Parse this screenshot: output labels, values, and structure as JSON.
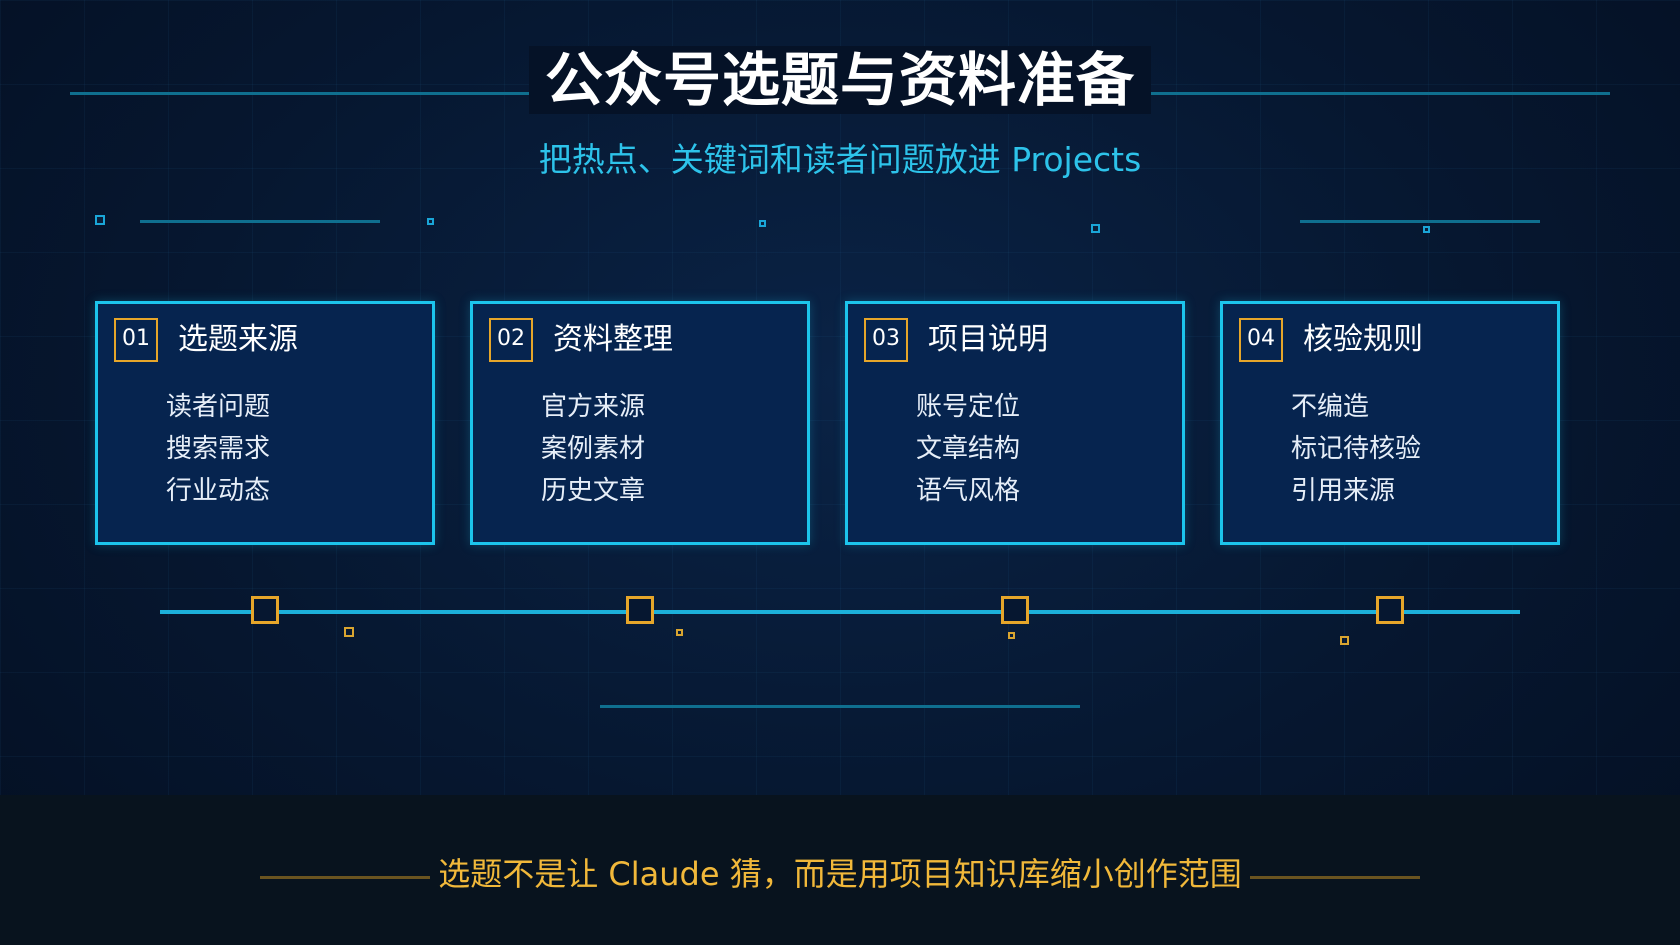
{
  "slide": {
    "title": "公众号选题与资料准备",
    "subtitle": "把热点、关键词和读者问题放进 Projects",
    "footer": "选题不是让 Claude 猜，而是用项目知识库缩小创作范围"
  },
  "cards": [
    {
      "number": "01",
      "title": "选题来源",
      "items": [
        "读者问题",
        "搜索需求",
        "行业动态"
      ]
    },
    {
      "number": "02",
      "title": "资料整理",
      "items": [
        "官方来源",
        "案例素材",
        "历史文章"
      ]
    },
    {
      "number": "03",
      "title": "项目说明",
      "items": [
        "账号定位",
        "文章结构",
        "语气风格"
      ]
    },
    {
      "number": "04",
      "title": "核验规则",
      "items": [
        "不编造",
        "标记待核验",
        "引用来源"
      ]
    }
  ],
  "colors": {
    "accent": "#1cc4ec",
    "highlight": "#e6a62a",
    "subtitle": "#2dc3ea",
    "footer_text": "#f1b83a",
    "background": "#051227"
  }
}
